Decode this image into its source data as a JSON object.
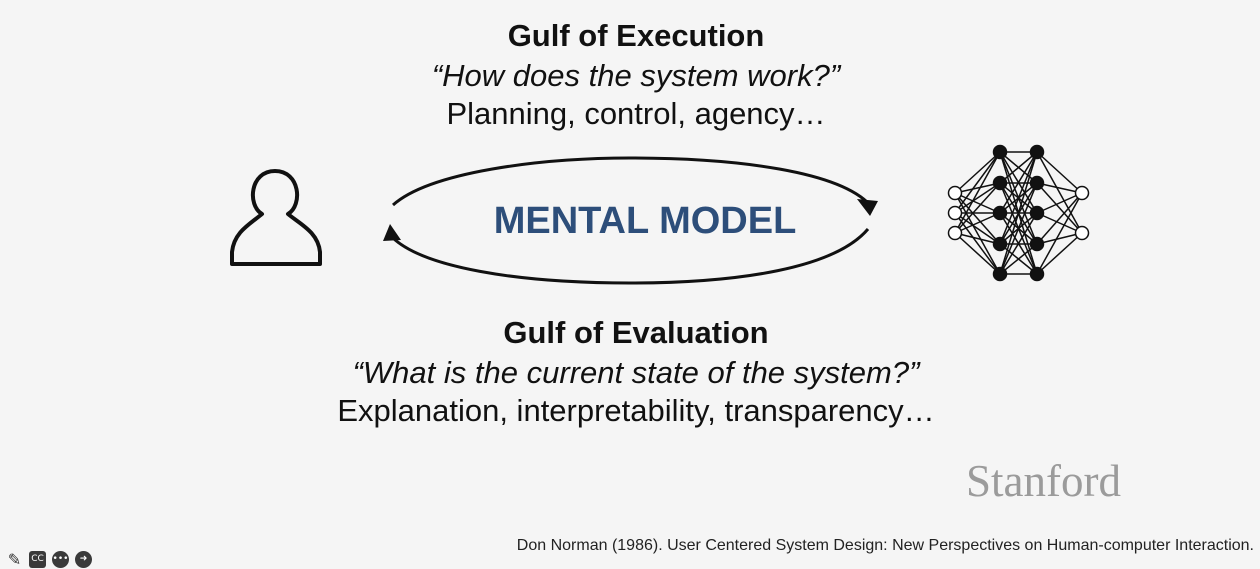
{
  "execution": {
    "heading": "Gulf of Execution",
    "question": "“How does the system work?”",
    "topics": "Planning, control, agency…"
  },
  "center": {
    "label": "MENTAL MODEL",
    "label_color": "#2d4e7a"
  },
  "evaluation": {
    "heading": "Gulf of Evaluation",
    "question": "“What is the current state of the system?”",
    "topics": "Explanation, interpretability, transparency…"
  },
  "branding": {
    "logo_text": "Stanford",
    "logo_color": "#9b9b9b"
  },
  "citation": "Don Norman (1986). User Centered System Design: New Perspectives on Human-computer Interaction.",
  "icons": {
    "left": "person-icon",
    "right": "neural-network-icon"
  },
  "toolbar": {
    "items": [
      "pen-icon",
      "captions-icon",
      "more-icon",
      "next-icon"
    ],
    "captions_label": "CC"
  }
}
